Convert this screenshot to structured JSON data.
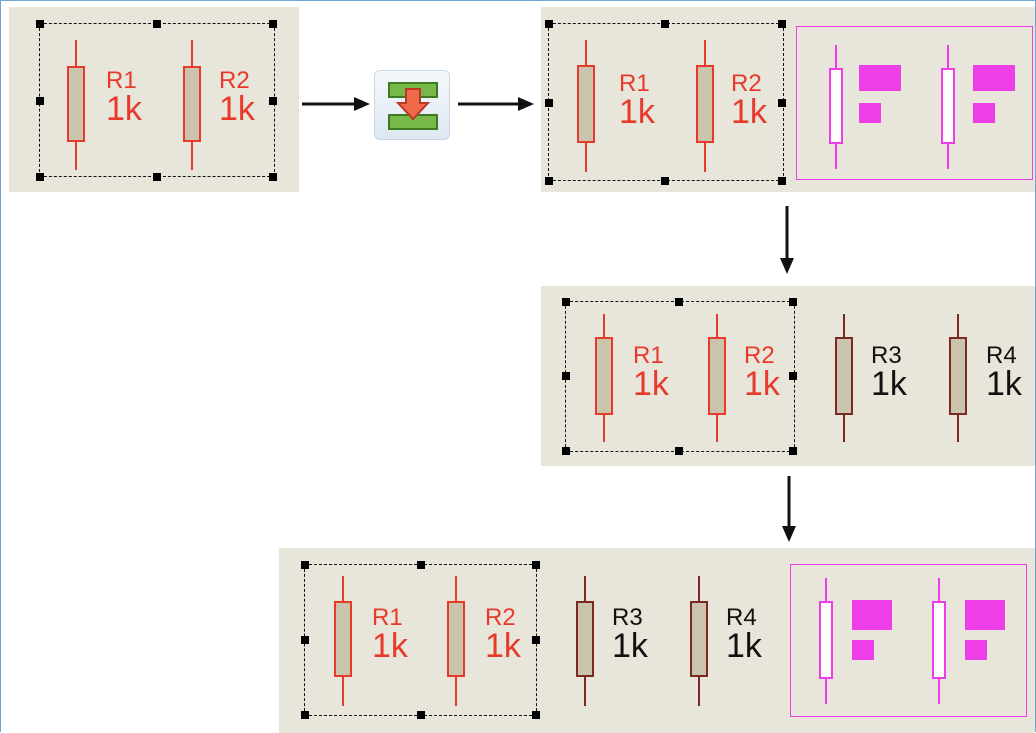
{
  "toolbar": {
    "icon": "copy-down-icon",
    "action": "copy-paste"
  },
  "colors": {
    "selected": "#e83a2a",
    "pasted": "#7a2a20",
    "ghost": "#ee3ee8",
    "panel": "#e8e5da"
  },
  "stage1": {
    "r1": {
      "ref": "R1",
      "value": "1k"
    },
    "r2": {
      "ref": "R2",
      "value": "1k"
    }
  },
  "stage2": {
    "r1": {
      "ref": "R1",
      "value": "1k"
    },
    "r2": {
      "ref": "R2",
      "value": "1k"
    }
  },
  "stage3": {
    "r1": {
      "ref": "R1",
      "value": "1k"
    },
    "r2": {
      "ref": "R2",
      "value": "1k"
    },
    "r3": {
      "ref": "R3",
      "value": "1k"
    },
    "r4": {
      "ref": "R4",
      "value": "1k"
    }
  },
  "stage4": {
    "r1": {
      "ref": "R1",
      "value": "1k"
    },
    "r2": {
      "ref": "R2",
      "value": "1k"
    },
    "r3": {
      "ref": "R3",
      "value": "1k"
    },
    "r4": {
      "ref": "R4",
      "value": "1k"
    }
  }
}
